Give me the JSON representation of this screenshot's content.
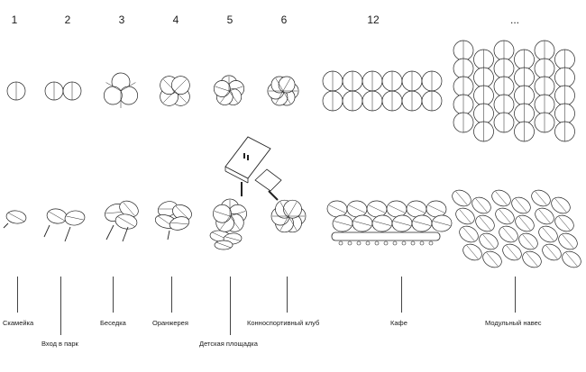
{
  "columns": [
    {
      "count": "1",
      "label": "Скамейка"
    },
    {
      "count": "2",
      "label": "Вход в парк"
    },
    {
      "count": "3",
      "label": "Беседка"
    },
    {
      "count": "4",
      "label": "Оранжерея"
    },
    {
      "count": "5",
      "label": "Детская площадка"
    },
    {
      "count": "6",
      "label": "Конноспортивный клуб"
    },
    {
      "count": "12",
      "label": "Кафе"
    },
    {
      "count": "...",
      "label": "Модульный навес"
    }
  ],
  "colors": {
    "stroke": "#222222",
    "fill": "#ffffff",
    "text": "#1a1a1a"
  }
}
